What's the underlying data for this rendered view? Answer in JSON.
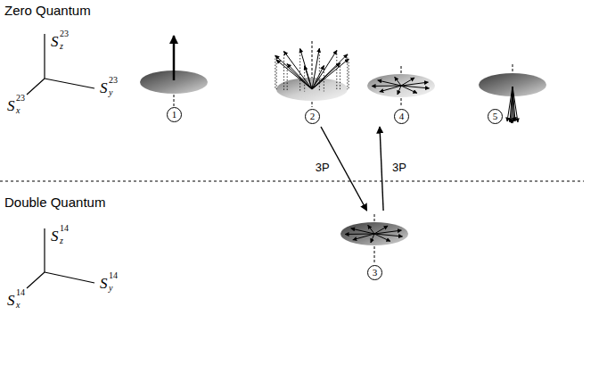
{
  "diagram": {
    "nodes": [
      {
        "text": [
          "1"
        ]
      },
      {
        "text": [
          "2"
        ]
      },
      {
        "text": [
          "3"
        ]
      },
      {
        "text": [
          "4"
        ]
      },
      {
        "text": [
          "5"
        ]
      }
    ],
    "edges": [
      {
        "from": 1,
        "to": 2,
        "arrow": "to",
        "label": "3P"
      },
      {
        "from": 2,
        "to": 3,
        "arrow": "to",
        "label": "3P"
      }
    ],
    "labels": [
      "Zero Quantum",
      "S",
      "z",
      "23",
      "S",
      "y",
      "23",
      "S",
      "x",
      "23",
      "Double Quantum",
      "S",
      "z",
      "14",
      "S",
      "y",
      "14",
      "S",
      "x",
      "14"
    ]
  }
}
